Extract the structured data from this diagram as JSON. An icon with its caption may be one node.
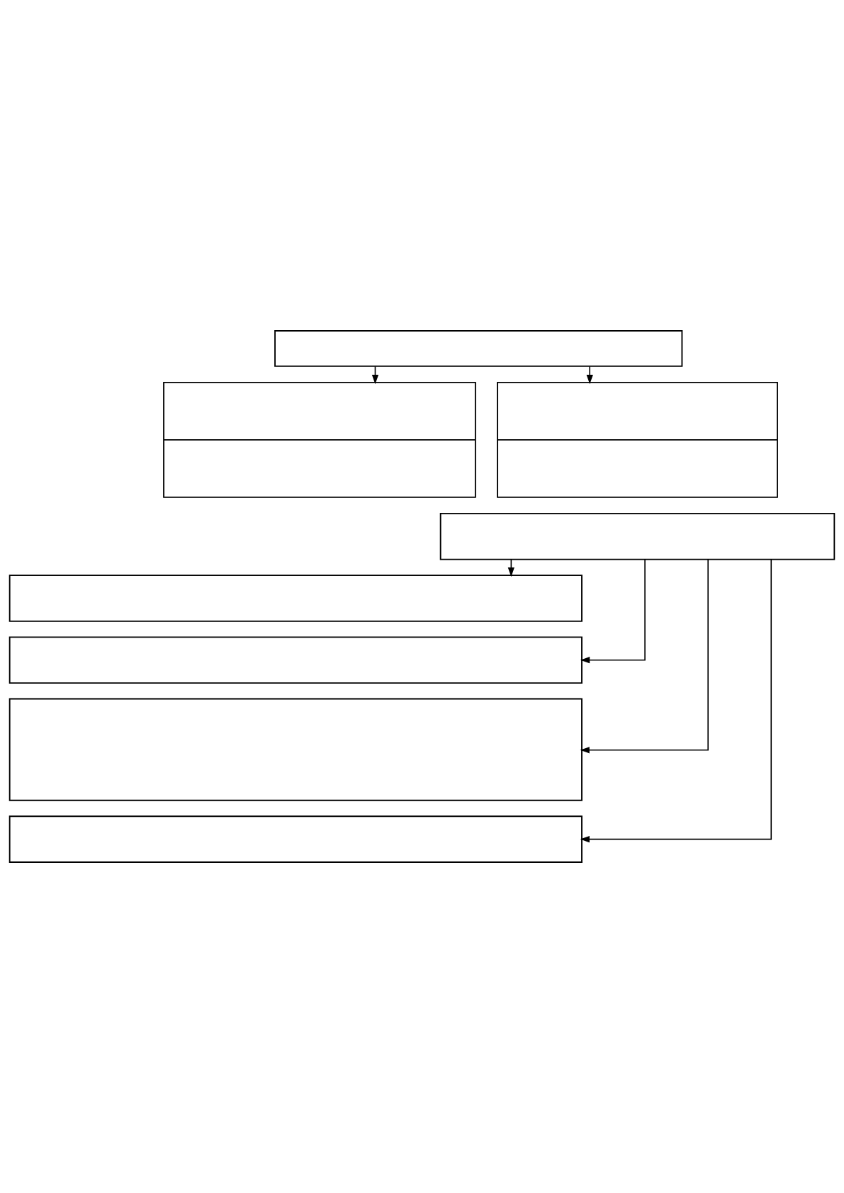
{
  "diagram": {
    "nodes": [
      {
        "text": [],
        "shape": "box"
      },
      {
        "text": [],
        "shape": "box"
      },
      {
        "text": [],
        "shape": "box"
      },
      {
        "text": [],
        "shape": "box"
      },
      {
        "text": [],
        "shape": "box"
      },
      {
        "text": [],
        "shape": "box"
      },
      {
        "text": [],
        "shape": "box"
      },
      {
        "text": [],
        "shape": "box"
      }
    ],
    "edges": [
      {
        "from": 0,
        "to": 1,
        "arrow": "to"
      },
      {
        "from": 0,
        "to": 2,
        "arrow": "to"
      },
      {
        "from": 3,
        "to": 4,
        "arrow": "to"
      },
      {
        "from": 3,
        "to": 5,
        "arrow": "to"
      },
      {
        "from": 3,
        "to": 6,
        "arrow": "to"
      },
      {
        "from": 3,
        "to": 7,
        "arrow": "to"
      }
    ]
  }
}
